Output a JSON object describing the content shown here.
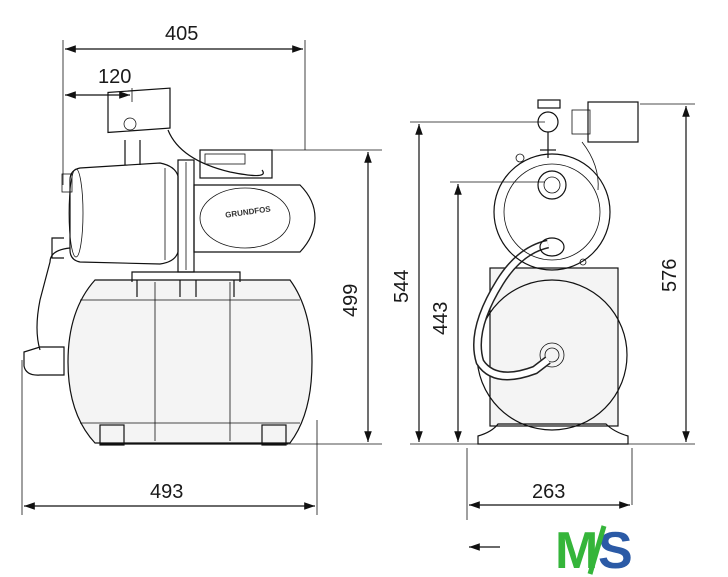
{
  "dimensions": {
    "overall_width_top": "405",
    "controller_offset": "120",
    "tank_height": "499",
    "base_width": "493",
    "side_total_height": "544",
    "side_outlet_height": "443",
    "side_total_height_right": "576",
    "side_base_width": "263"
  },
  "pump_brand": "GRUNDFOS",
  "logo": {
    "text": "MS",
    "colors": {
      "M": "#35b53a",
      "S": "#2b5aa6"
    }
  }
}
